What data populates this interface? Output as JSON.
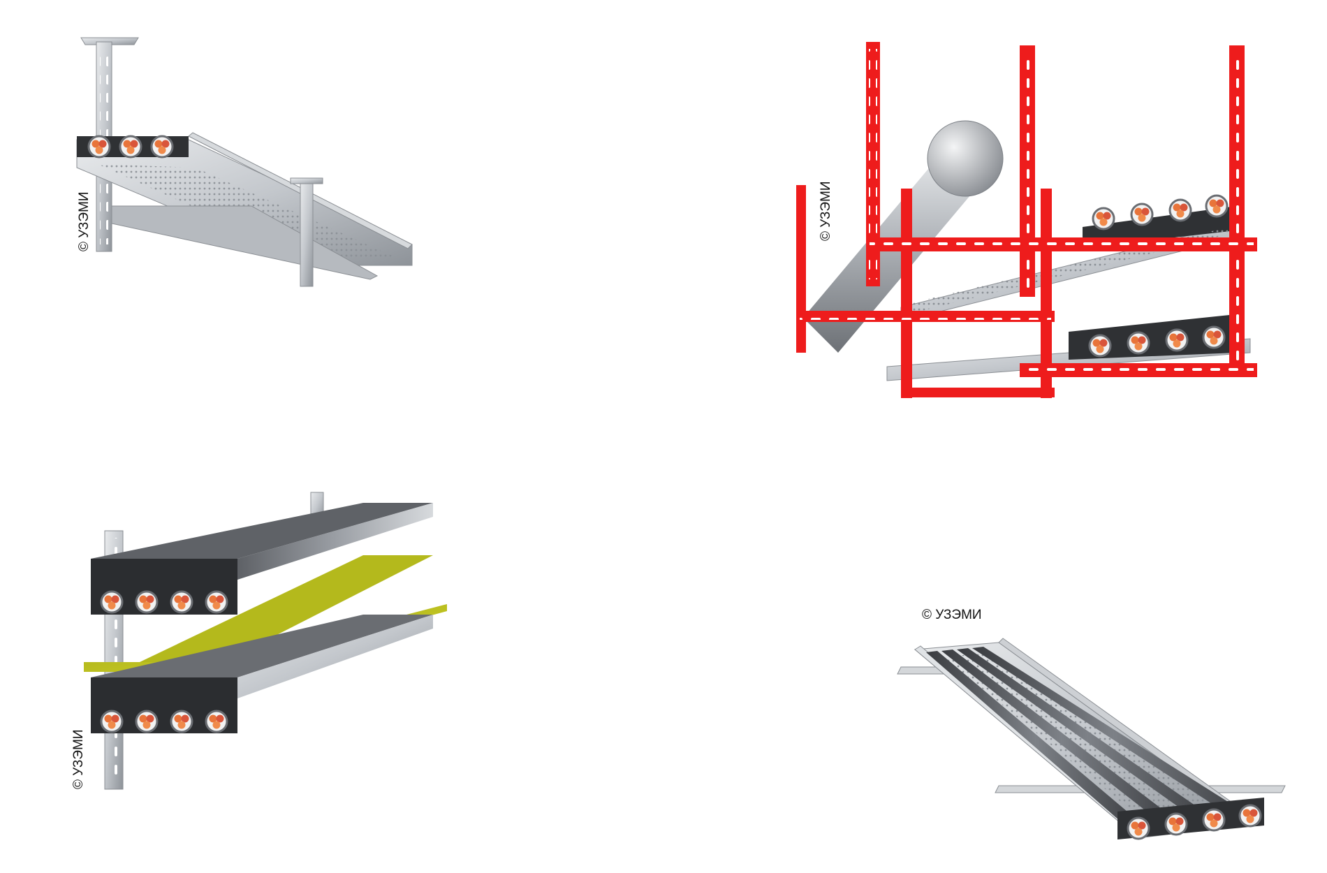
{
  "watermarks": {
    "top_left": "© УЗЭМИ",
    "top_right": "© УЗЭМИ",
    "bottom_left": "© УЗЭМИ",
    "bottom_right": "© УЗЭМИ"
  },
  "colors": {
    "steel": "#c9ccd0",
    "steel_dark": "#8f949a",
    "frame_red": "#ee1c1c",
    "fire_board": "#c8c81a",
    "cable_orange": "#e8743a",
    "cable_jacket": "#6a6d72"
  }
}
